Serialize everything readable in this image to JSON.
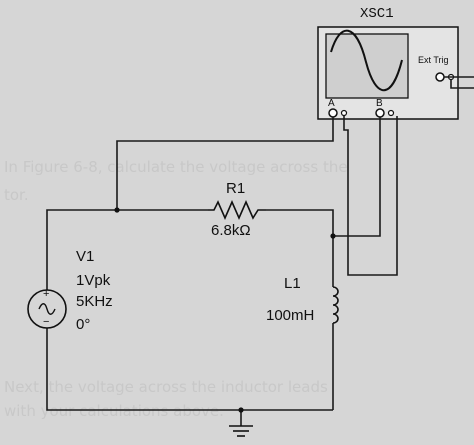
{
  "scope": {
    "title": "XSC1",
    "ext_trig_label": "Ext Trig",
    "channel_a_label": "A",
    "channel_b_label": "B"
  },
  "resistor": {
    "name": "R1",
    "value": "6.8kΩ"
  },
  "source": {
    "name": "V1",
    "amplitude": "1Vpk",
    "frequency": "5KHz",
    "phase": "0°",
    "plus_sign": "+",
    "minus_sign": "−"
  },
  "inductor": {
    "name": "L1",
    "value": "100mH"
  },
  "background_text": {
    "line1": "In Figure 6-8, calculate the voltage across the",
    "line2": "tor.",
    "line3": "Next, the voltage across the inductor leads",
    "line4": "with your calculations above."
  },
  "colors": {
    "paper": "#d6d6d6",
    "wire": "#1a1a1a",
    "scope_body": "#e4e4e4",
    "scope_screen": "#cfcfcf",
    "bleed_text": "#c8c8c8"
  }
}
